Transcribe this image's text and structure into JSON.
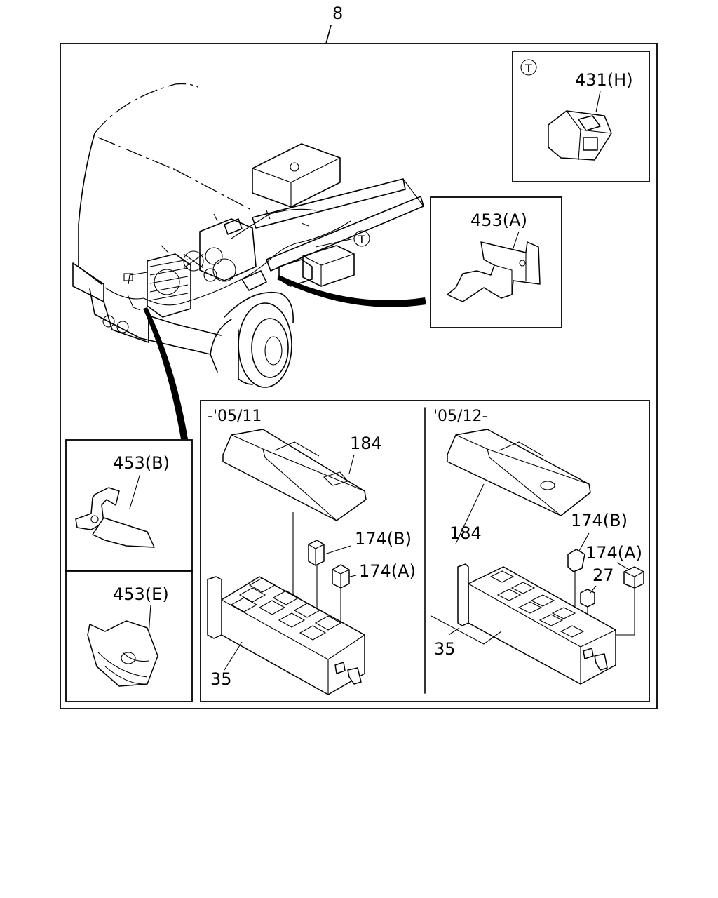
{
  "diagram": {
    "page_number": "8",
    "callouts": {
      "connector_431H": "431(H)",
      "bracket_453A": "453(A)",
      "bracket_453B": "453(B)",
      "cover_453E": "453(E)",
      "cover_184_old": "184",
      "cover_184_new": "184",
      "relay_174B_old": "174(B)",
      "relay_174A_old": "174(A)",
      "relay_174B_new": "174(B)",
      "relay_174A_new": "174(A)",
      "fuse_27": "27",
      "box_35_old": "35",
      "box_35_new": "35"
    },
    "date_ranges": {
      "before": "-'05/11",
      "after": "'05/12-"
    },
    "reference_marks": {
      "inset_mark": "T",
      "engine_mark": "T"
    }
  }
}
